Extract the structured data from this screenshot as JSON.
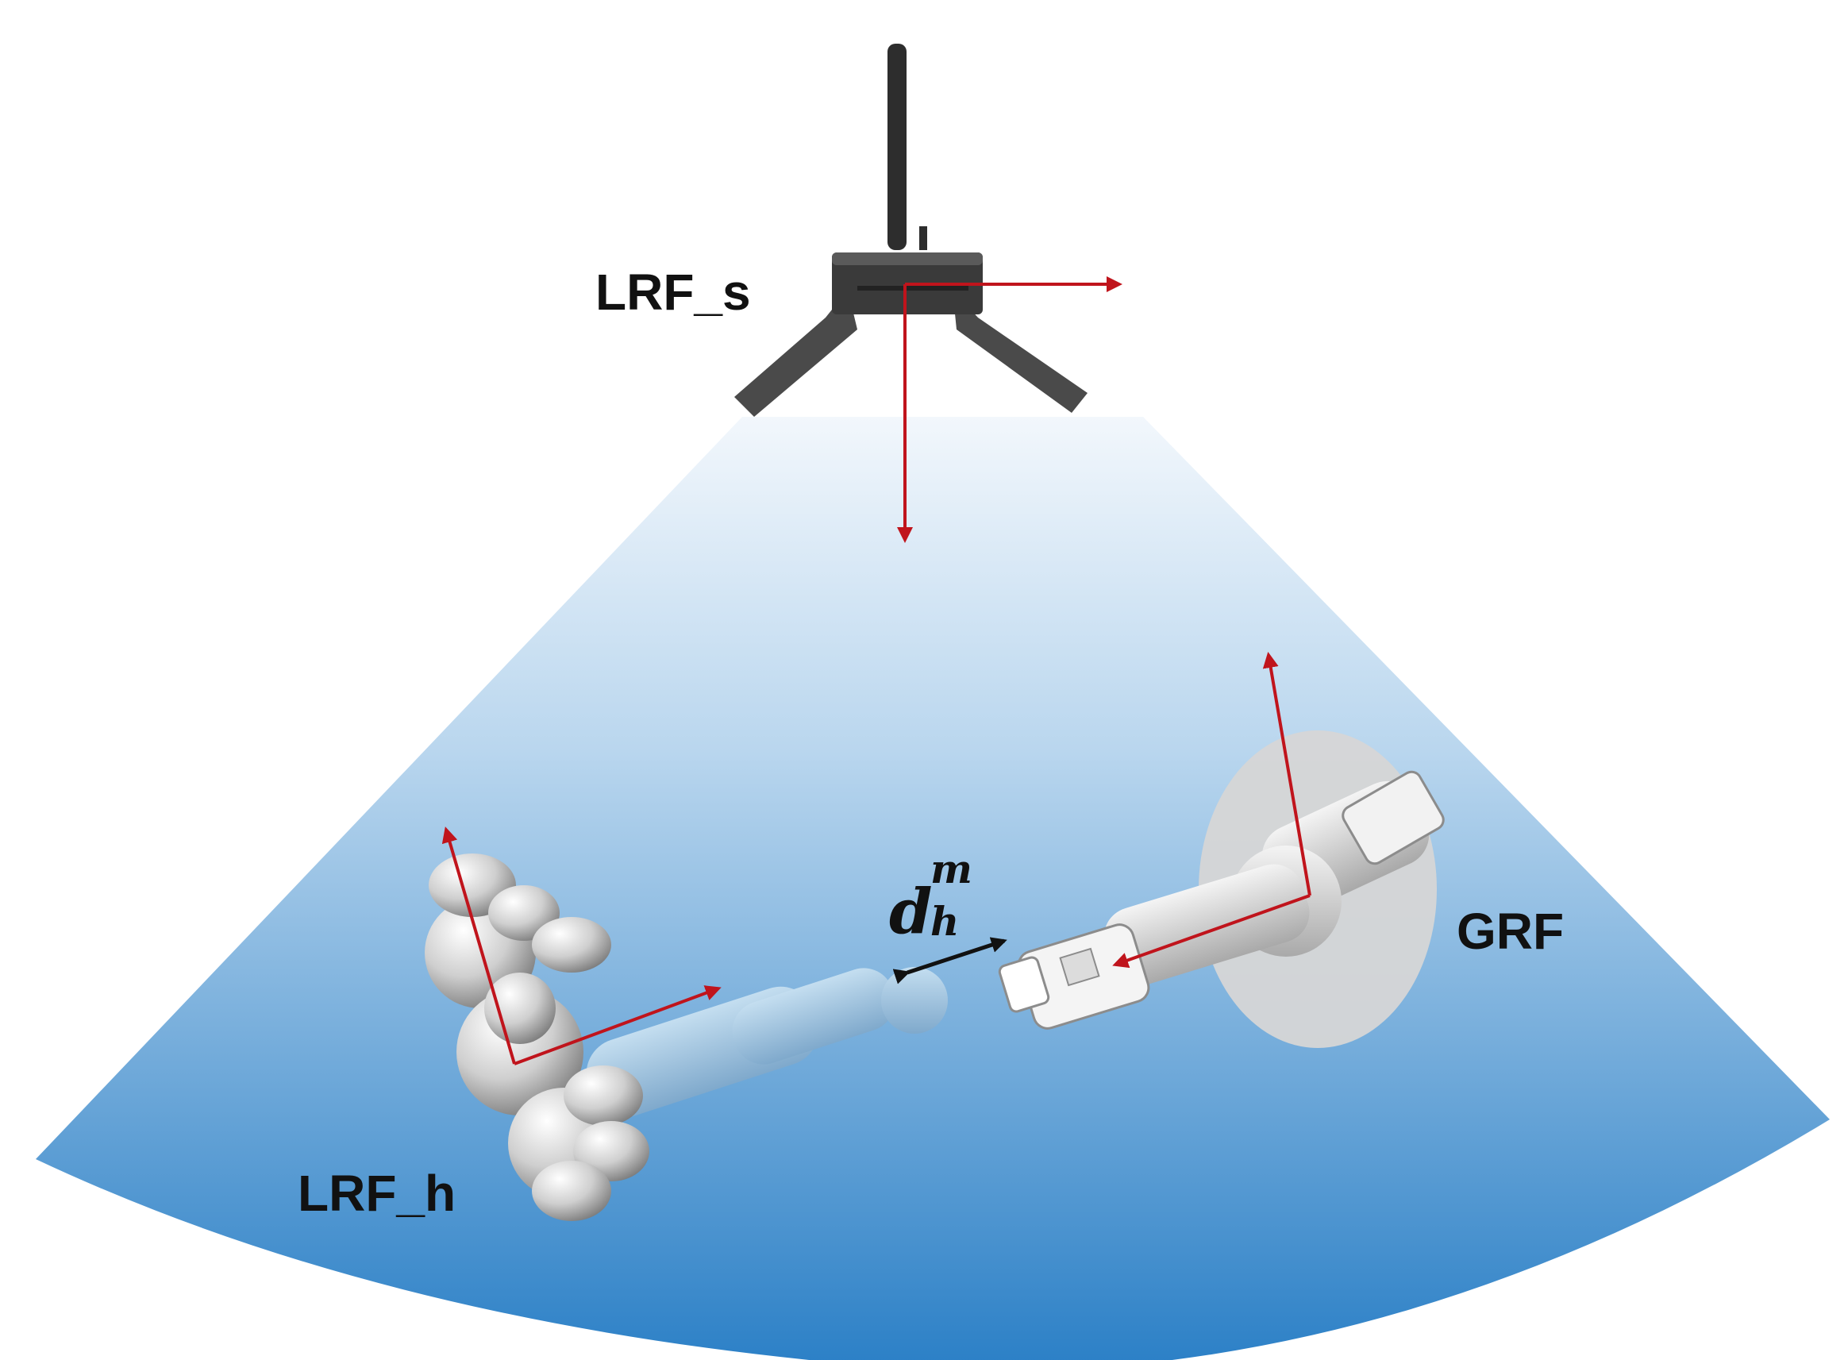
{
  "labels": {
    "sensor_frame": "LRF_s",
    "human_frame": "LRF_h",
    "robot_frame": "GRF",
    "distance_symbol_base": "d",
    "distance_symbol_sup": "m",
    "distance_symbol_sub": "h"
  },
  "colors": {
    "axis_arrow": "#c0141c",
    "distance_arrow": "#111111",
    "field_top": "#eaf2fa",
    "field_bottom": "#2a7fc6",
    "sensor_body": "#3a3a3a",
    "human_body": "#d9d9d9",
    "human_arm": "#9ec4de",
    "robot_base": "#d8d8d8",
    "robot_arm": "#e6e6e6"
  },
  "icons": {
    "sensor": "laser-scanner-on-tripod",
    "human": "human-mannequin-top-view",
    "robot": "robot-arm-top-view"
  }
}
